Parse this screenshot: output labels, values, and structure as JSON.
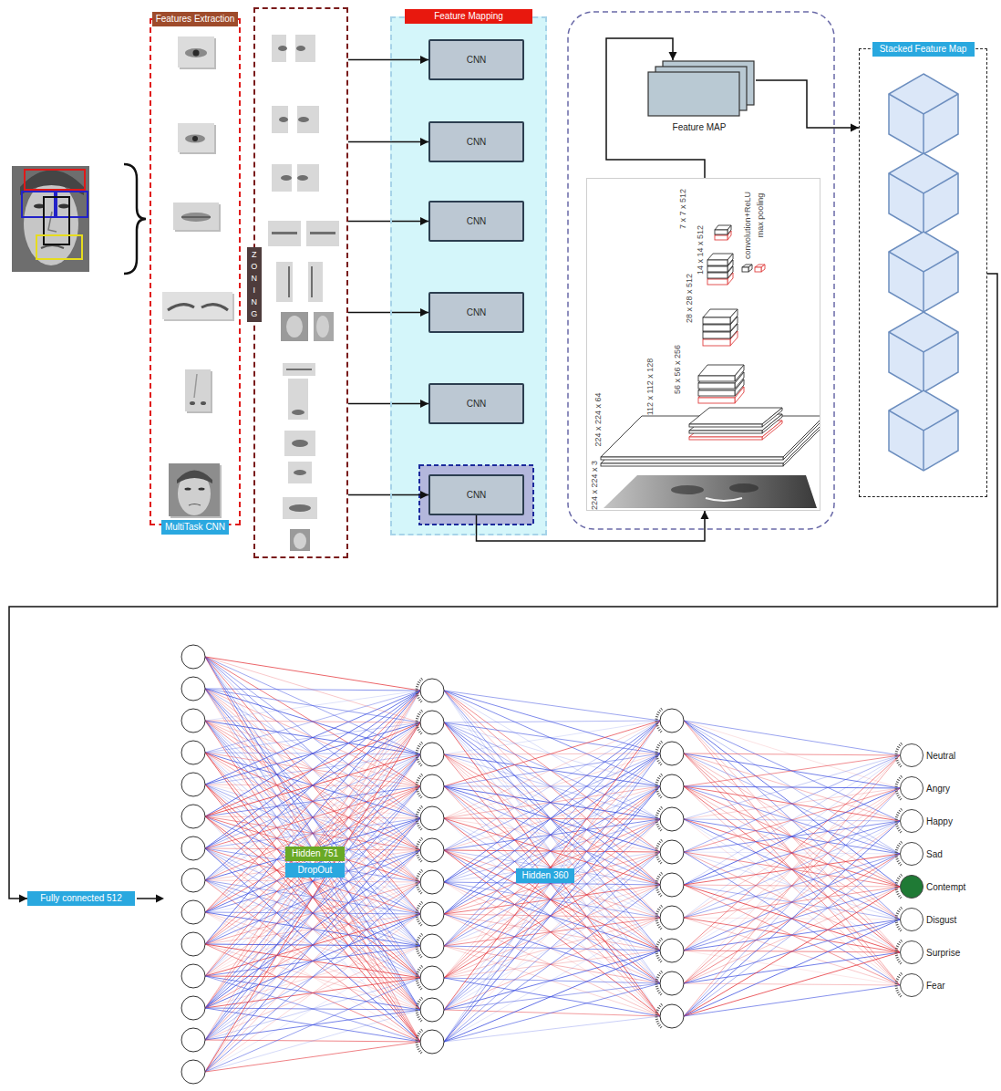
{
  "diagram": {
    "nodes": [
      {
        "text": [
          "Features Extraction",
          "MultiTask CNN"
        ]
      },
      {
        "text": [
          "ZONING"
        ]
      },
      {
        "text": [
          "Feature Mapping"
        ]
      },
      {
        "text": [
          "CNN"
        ],
        "in": 2
      },
      {
        "text": [
          "CNN"
        ],
        "in": 2
      },
      {
        "text": [
          "CNN"
        ],
        "in": 2
      },
      {
        "text": [
          "CNN"
        ],
        "in": 2
      },
      {
        "text": [
          "CNN"
        ],
        "in": 2
      },
      {
        "text": [
          "CNN"
        ],
        "in": 2
      },
      {
        "text": [
          "Feature MAP"
        ]
      },
      {
        "text": [
          "224 x 224 x 3",
          "224 x 224 x 64",
          "112 x 112 x 128",
          "56 x 56 x 256",
          "28 x 28 x 512",
          "14 x 14 x 512",
          "7 x 7 x 512",
          "convolution+ReLU",
          "max pooling"
        ]
      },
      {
        "text": [
          "Stacked Feature Map"
        ]
      },
      {
        "text": [
          "Fully connected 512"
        ]
      },
      {
        "text": [
          "Hidden 751"
        ]
      },
      {
        "text": [
          "DropOut"
        ]
      },
      {
        "text": [
          "Hidden 360"
        ]
      },
      {
        "text": [
          "Neutral"
        ]
      },
      {
        "text": [
          "Angry"
        ]
      },
      {
        "text": [
          "Happy"
        ]
      },
      {
        "text": [
          "Sad"
        ]
      },
      {
        "text": [
          "Contempt"
        ]
      },
      {
        "text": [
          "Disgust"
        ]
      },
      {
        "text": [
          "Surprise"
        ]
      },
      {
        "text": [
          "Fear"
        ]
      }
    ],
    "edges": [
      {
        "from": 1,
        "to": 3,
        "arrow": "to"
      },
      {
        "from": 1,
        "to": 4,
        "arrow": "to"
      },
      {
        "from": 1,
        "to": 5,
        "arrow": "to"
      },
      {
        "from": 1,
        "to": 6,
        "arrow": "to"
      },
      {
        "from": 1,
        "to": 7,
        "arrow": "to"
      },
      {
        "from": 1,
        "to": 8,
        "arrow": "to"
      },
      {
        "from": 8,
        "to": 10,
        "arrow": "to"
      },
      {
        "from": 10,
        "to": 9,
        "arrow": "to"
      },
      {
        "from": 9,
        "to": 11,
        "arrow": "to"
      },
      {
        "from": 11,
        "to": 12,
        "arrow": "to"
      }
    ]
  }
}
